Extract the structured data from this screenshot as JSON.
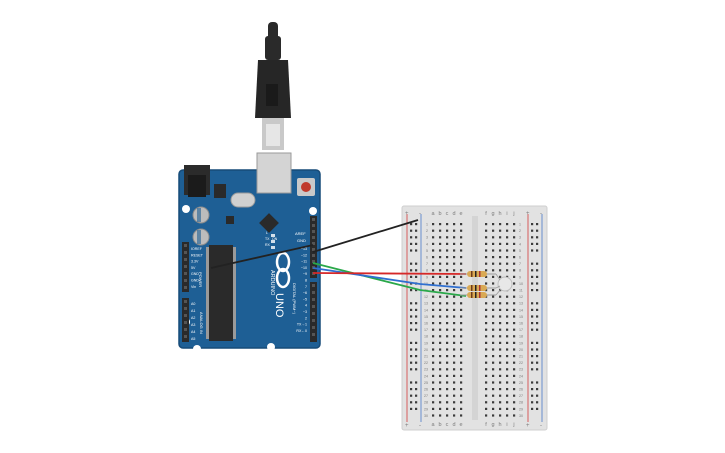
{
  "colors": {
    "board": "#1e5f95",
    "board_edge": "#174b78",
    "breadboard": "#e2e2e2",
    "hole": "#3b3b3b",
    "rail_red": "#d43b3b",
    "rail_blue": "#4a78c8",
    "wire_black": "#222222",
    "wire_red": "#d62828",
    "wire_green": "#2aa84a",
    "wire_blue": "#2f6fd0",
    "resistor_body": "#d9a955",
    "led": "#e8e8e8"
  },
  "icons": {
    "arduino_logo": "infinity-logo-icon",
    "usb_cable": "usb-cable-icon",
    "power_jack": "dc-barrel-jack-icon"
  },
  "arduino": {
    "brand_text": "ARDUINO",
    "model_text": "UNO",
    "aref_label": "AREF",
    "gnd_label": "GND",
    "digital_label": "DIGITAL (PWM~)",
    "power_label": "POWER",
    "analog_label": "ANALOG IN",
    "digital_pins": [
      "~13",
      "~12",
      "~11",
      "~10",
      "~9",
      "8",
      "7",
      "~6",
      "~5",
      "4",
      "~3",
      "2",
      "TX→1",
      "RX←0"
    ],
    "power_pins": [
      "IOREF",
      "RESET",
      "3.3V",
      "5V",
      "GND",
      "GND",
      "Vin"
    ],
    "analog_pins": [
      "A0",
      "A1",
      "A2",
      "A3",
      "A4",
      "A5"
    ],
    "on_label": "ON",
    "tx_label": "TX",
    "rx_label": "RX",
    "l_label": "L"
  },
  "breadboard": {
    "left_columns": [
      "a",
      "b",
      "c",
      "d",
      "e"
    ],
    "right_columns": [
      "f",
      "g",
      "h",
      "i",
      "j"
    ],
    "plus_label": "+",
    "minus_label": "-",
    "row_numbers": [
      "1",
      "2",
      "3",
      "4",
      "5",
      "6",
      "7",
      "8",
      "9",
      "10",
      "11",
      "12",
      "13",
      "14",
      "15",
      "16",
      "17",
      "18",
      "19",
      "20",
      "21",
      "22",
      "23",
      "24",
      "25",
      "26",
      "27",
      "28",
      "29",
      "30"
    ]
  }
}
